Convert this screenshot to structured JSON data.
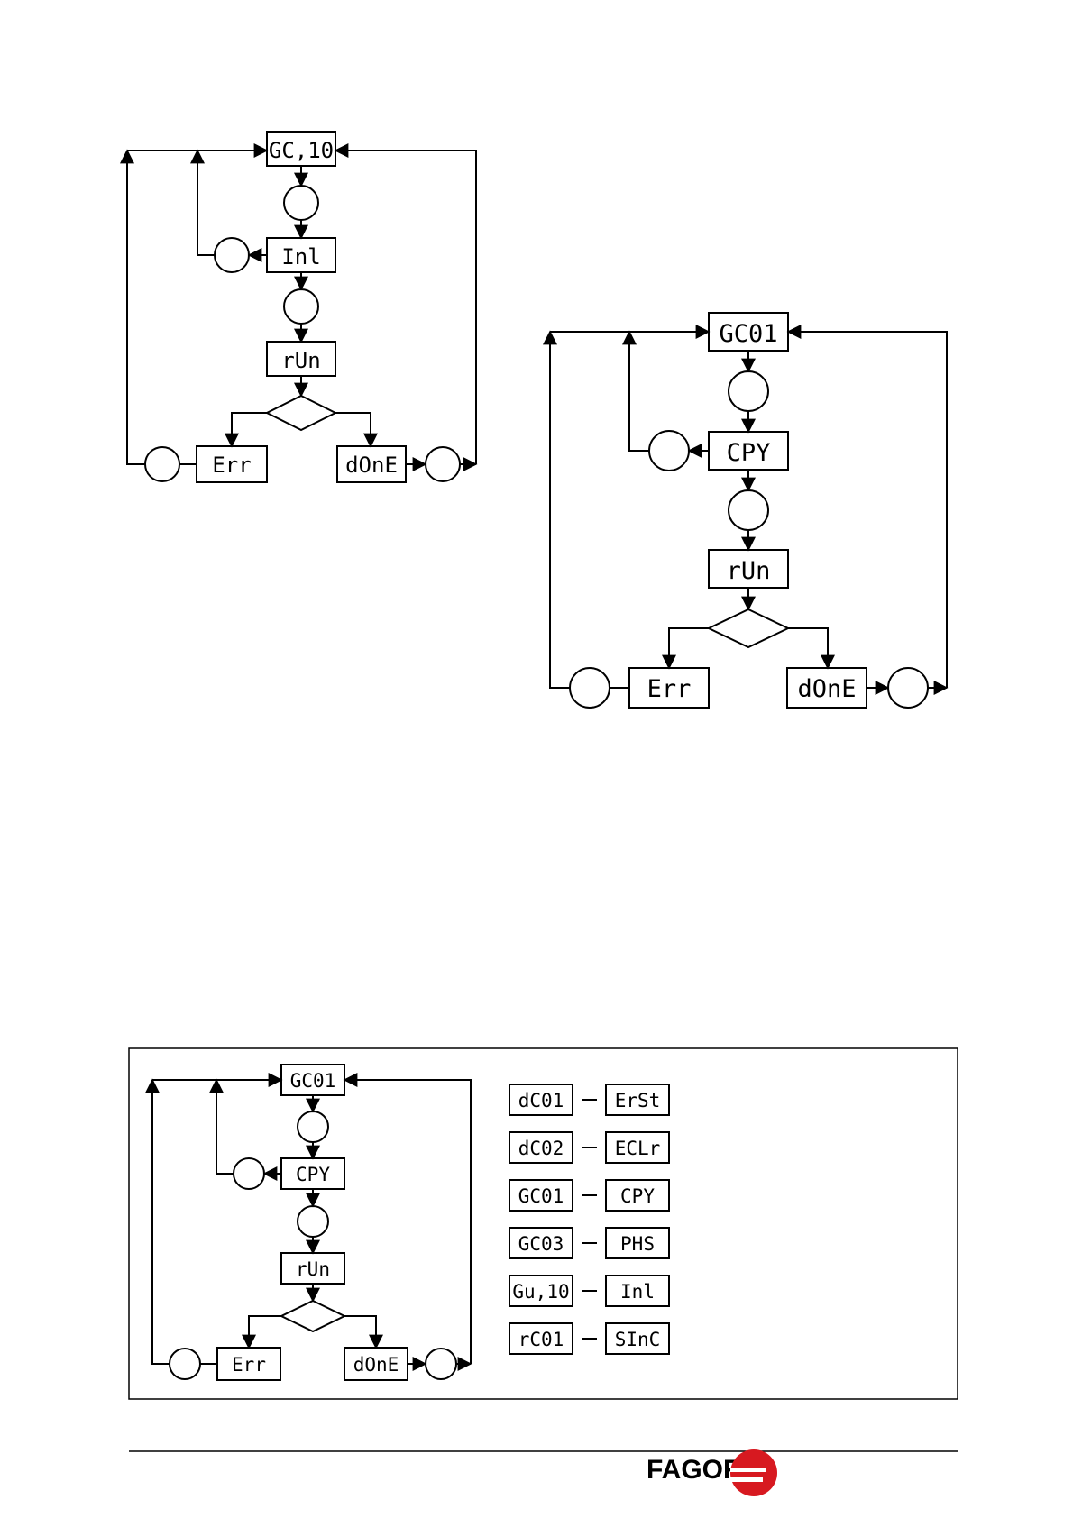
{
  "diagram_1": {
    "title_box": "GC,10",
    "step_box": "Inl",
    "run_box": "rUn",
    "err_box": "Err",
    "done_box": "dOnE"
  },
  "diagram_2": {
    "title_box": "GC01",
    "step_box": "CPY",
    "run_box": "rUn",
    "err_box": "Err",
    "done_box": "dOnE"
  },
  "diagram_3": {
    "title_box": "GC01",
    "step_box": "CPY",
    "run_box": "rUn",
    "err_box": "Err",
    "done_box": "dOnE"
  },
  "command_table": [
    {
      "code": "dC01",
      "action": "ErSt"
    },
    {
      "code": "dC02",
      "action": "ECLr"
    },
    {
      "code": "GC01",
      "action": "CPY"
    },
    {
      "code": "GC03",
      "action": "PHS"
    },
    {
      "code": "Gu,10",
      "action": "Inl"
    },
    {
      "code": "rC01",
      "action": "SInC"
    }
  ],
  "footer": {
    "brand": "FAGOR",
    "brand_color": "#d71920"
  }
}
